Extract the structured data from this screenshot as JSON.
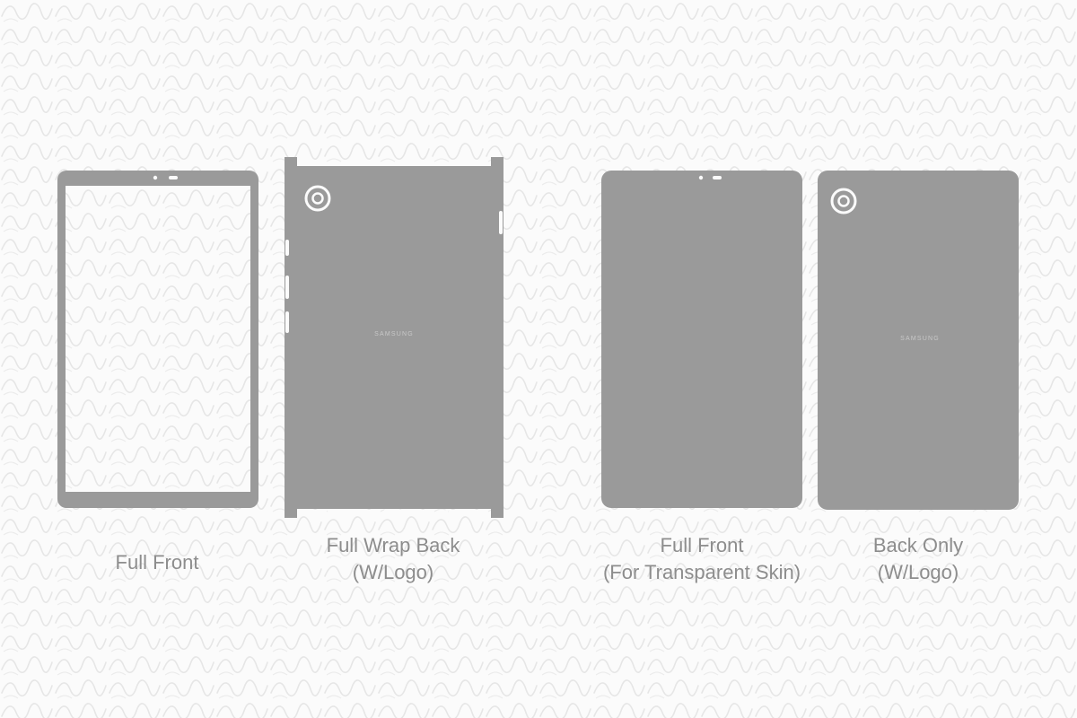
{
  "colors": {
    "background": "#fbfbfb",
    "skin": "#9a9a9a",
    "pattern_stroke": "#e6e6e6",
    "label_text": "#8d8d8d"
  },
  "background_pattern_icon": "squiggle-watermark-icon",
  "panels": [
    {
      "label_lines": [
        "Full Front"
      ],
      "icon": "tablet-front-frame-icon"
    },
    {
      "label_lines": [
        "Full Wrap Back",
        "(W/Logo)"
      ],
      "icon": "tablet-wrap-back-icon",
      "logo_text": "SAMSUNG"
    },
    {
      "label_lines": [
        "Full Front",
        "(For Transparent Skin)"
      ],
      "icon": "tablet-front-solid-icon"
    },
    {
      "label_lines": [
        "Back Only",
        "(W/Logo)"
      ],
      "icon": "tablet-back-only-icon",
      "logo_text": "SAMSUNG"
    }
  ]
}
